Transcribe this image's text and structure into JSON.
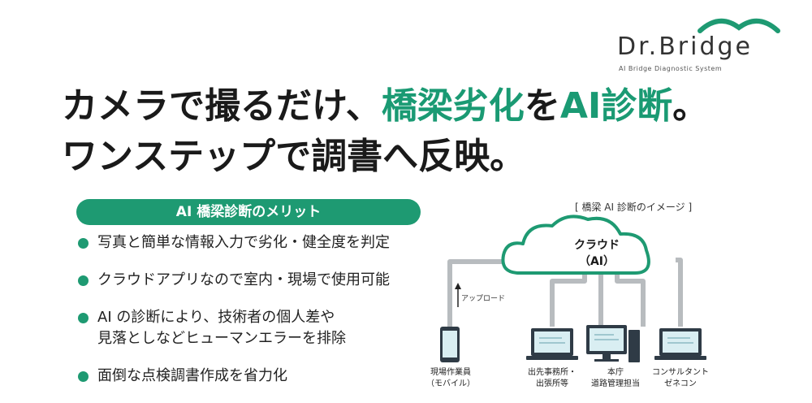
{
  "logo": {
    "name": "Dr.Bridge",
    "tagline": "AI Bridge Diagnostic System"
  },
  "headline": {
    "line1_part1": "カメラで撮るだけ、",
    "line1_highlight1": "橋梁劣化",
    "line1_part2": "を",
    "line1_highlight2": "AI診断",
    "line1_part3": "。",
    "line2": "ワンステップで調書へ反映。"
  },
  "merits": {
    "title": "AI 橋梁診断のメリット",
    "items": [
      {
        "line1": "写真と簡単な情報入力で劣化・健全度を判定",
        "line2": ""
      },
      {
        "line1": "クラウドアプリなので室内・現場で使用可能",
        "line2": ""
      },
      {
        "line1": "AI の診断により、技術者の個人差や",
        "line2": "見落としなどヒューマンエラーを排除"
      },
      {
        "line1": "面倒な点検調書作成を省力化",
        "line2": ""
      }
    ]
  },
  "diagram": {
    "caption": "[ 橋梁 AI 診断のイメージ ]",
    "cloud_line1": "クラウド",
    "cloud_line2": "（AI）",
    "upload": "アップロード",
    "devices": [
      {
        "line1": "現場作業員",
        "line2": "（モバイル）"
      },
      {
        "line1": "出先事務所・",
        "line2": "出張所等"
      },
      {
        "line1": "本庁",
        "line2": "道路管理担当"
      },
      {
        "line1": "コンサルタント",
        "line2": "ゼネコン"
      }
    ]
  },
  "colors": {
    "accent": "#1e9a72",
    "line": "#b8bcbf",
    "device": "#2f3b46"
  }
}
